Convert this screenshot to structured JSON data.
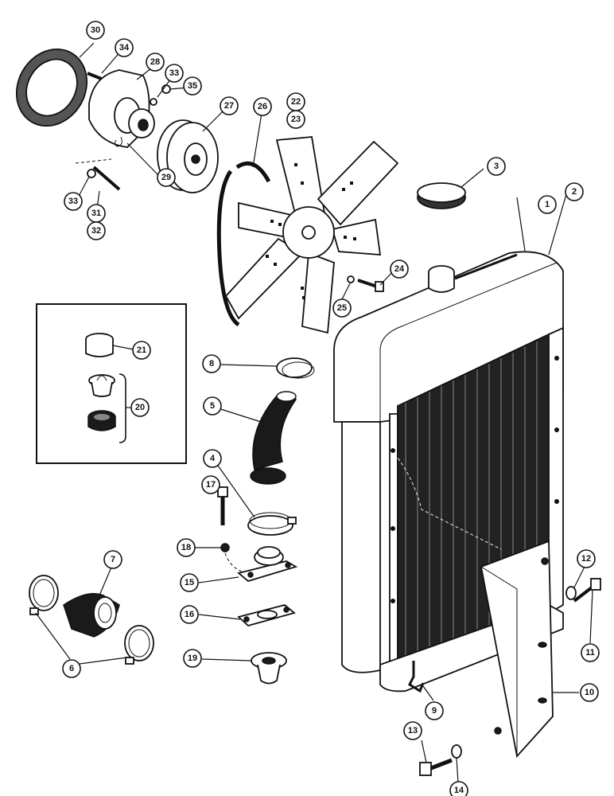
{
  "diagram": {
    "callouts": [
      {
        "id": "1",
        "label": "1"
      },
      {
        "id": "2",
        "label": "2"
      },
      {
        "id": "3",
        "label": "3"
      },
      {
        "id": "4",
        "label": "4"
      },
      {
        "id": "5",
        "label": "5"
      },
      {
        "id": "6",
        "label": "6"
      },
      {
        "id": "7",
        "label": "7"
      },
      {
        "id": "8",
        "label": "8"
      },
      {
        "id": "9",
        "label": "9"
      },
      {
        "id": "10",
        "label": "10"
      },
      {
        "id": "11",
        "label": "11"
      },
      {
        "id": "12",
        "label": "12"
      },
      {
        "id": "13",
        "label": "13"
      },
      {
        "id": "14",
        "label": "14"
      },
      {
        "id": "15",
        "label": "15"
      },
      {
        "id": "16",
        "label": "16"
      },
      {
        "id": "17",
        "label": "17"
      },
      {
        "id": "18",
        "label": "18"
      },
      {
        "id": "19",
        "label": "19"
      },
      {
        "id": "20",
        "label": "20"
      },
      {
        "id": "21",
        "label": "21"
      },
      {
        "id": "22",
        "label": "22"
      },
      {
        "id": "23",
        "label": "23"
      },
      {
        "id": "24",
        "label": "24"
      },
      {
        "id": "25",
        "label": "25"
      },
      {
        "id": "26",
        "label": "26"
      },
      {
        "id": "27",
        "label": "27"
      },
      {
        "id": "28",
        "label": "28"
      },
      {
        "id": "29",
        "label": "29"
      },
      {
        "id": "30",
        "label": "30"
      },
      {
        "id": "31",
        "label": "31"
      },
      {
        "id": "32",
        "label": "32"
      },
      {
        "id": "33a",
        "label": "33"
      },
      {
        "id": "33b",
        "label": "33"
      },
      {
        "id": "34",
        "label": "34"
      },
      {
        "id": "35",
        "label": "35"
      }
    ]
  }
}
